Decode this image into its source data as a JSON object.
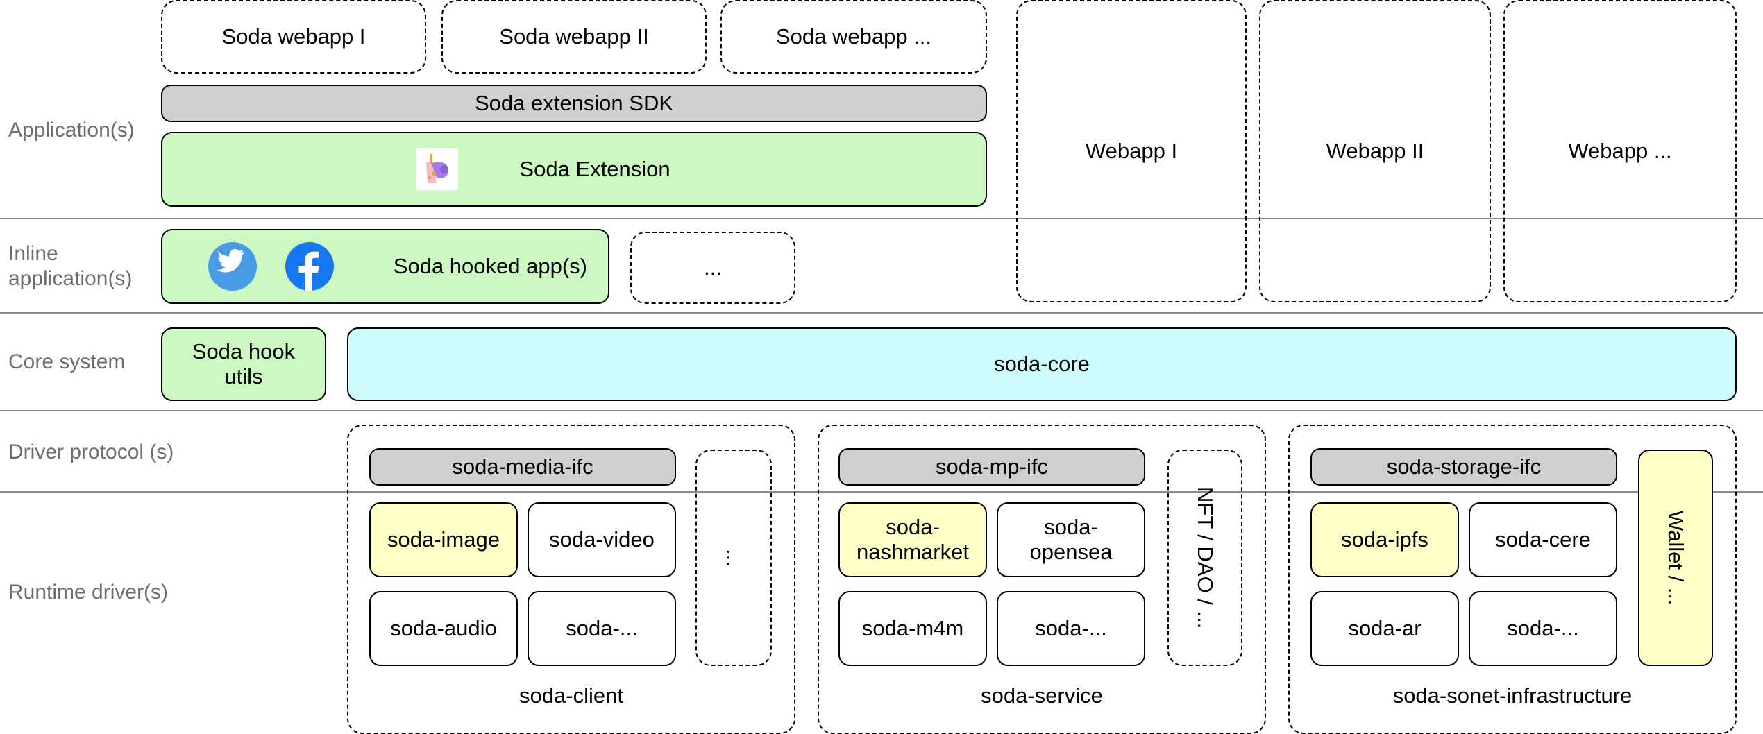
{
  "layers": {
    "application": "Application(s)",
    "inline": "Inline\napplication(s)",
    "core": "Core system",
    "driver_protocol": "Driver protocol (s)",
    "runtime": "Runtime driver(s)"
  },
  "application": {
    "webapp_1": "Soda webapp I",
    "webapp_2": "Soda webapp II",
    "webapp_3": "Soda webapp ...",
    "extension_sdk": "Soda extension SDK",
    "extension": "Soda Extension",
    "external_webapp_1": "Webapp I",
    "external_webapp_2": "Webapp II",
    "external_webapp_3": "Webapp ..."
  },
  "inline": {
    "hooked_apps": "Soda hooked app(s)",
    "more": "..."
  },
  "core": {
    "hook_utils": "Soda hook\nutils",
    "soda_core": "soda-core"
  },
  "drivers": {
    "client": {
      "label": "soda-client",
      "ifc": "soda-media-ifc",
      "items": [
        "soda-image",
        "soda-video",
        "soda-audio",
        "soda-..."
      ],
      "side": "..."
    },
    "service": {
      "label": "soda-service",
      "ifc": "soda-mp-ifc",
      "items": [
        "soda-\nnashmarket",
        "soda-\nopensea",
        "soda-m4m",
        "soda-..."
      ],
      "side": "NFT / DAO / ..."
    },
    "infra": {
      "label": "soda-sonet-infrastructure",
      "ifc": "soda-storage-ifc",
      "items": [
        "soda-ipfs",
        "soda-cere",
        "soda-ar",
        "soda-..."
      ],
      "side": "Wallet / ..."
    }
  },
  "colors": {
    "green": "#ccf9c2",
    "cyan": "#ccfcfc",
    "yellow": "#ffffc8",
    "gray": "#cfcfcf",
    "twitter": "#4a9be6",
    "facebook": "#1877f2"
  },
  "icons": [
    "soda-logo-icon",
    "twitter-icon",
    "facebook-icon"
  ]
}
